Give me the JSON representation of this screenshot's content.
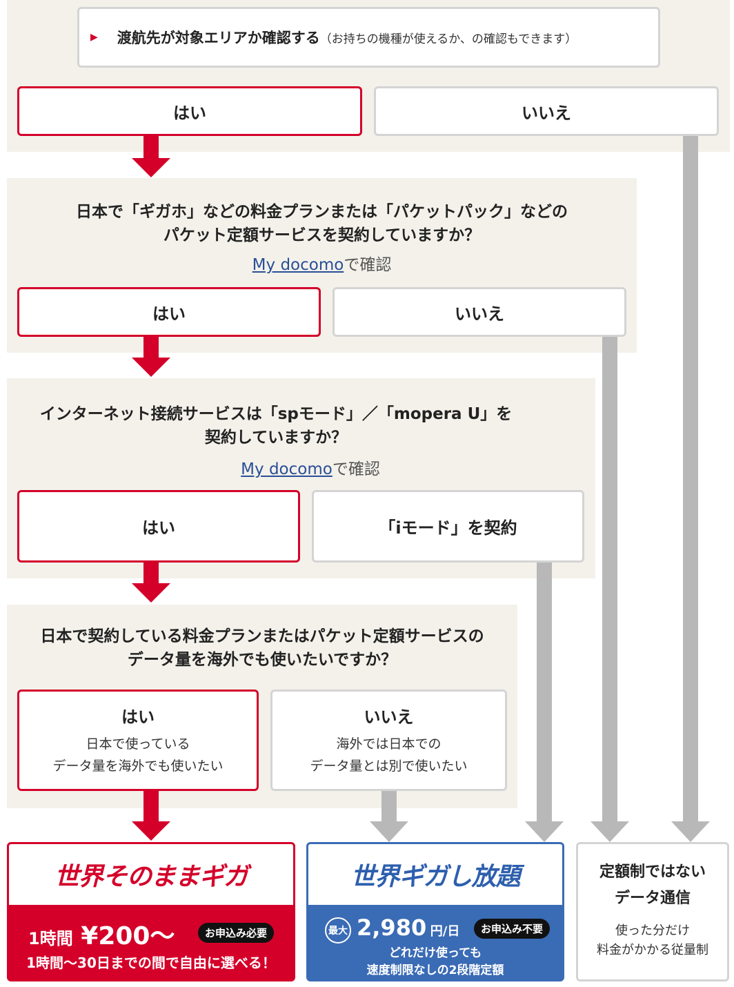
{
  "top": {
    "check_title": "渡航先が対象エリアか確認する",
    "check_note": "（お持ちの機種が使えるか、の確認もできます）",
    "yes": "はい",
    "no": "いいえ"
  },
  "q1": {
    "line1": "日本で「ギガホ」などの料金プランまたは「パケットパック」などの",
    "line2": "パケット定額サービスを契約していますか？",
    "link": "My docomo",
    "link_suffix": "で確認",
    "yes": "はい",
    "no": "いいえ"
  },
  "q2": {
    "line1": "インターネット接続サービスは「spモード」／「mopera U」を",
    "line2": "契約していますか？",
    "link": "My docomo",
    "link_suffix": "で確認",
    "yes": "はい",
    "alt": "「iモード」を契約"
  },
  "q3": {
    "line1": "日本で契約している料金プランまたはパケット定額サービスの",
    "line2": "データ量を海外でも使いたいですか？",
    "yes": "はい",
    "yes_sub1": "日本で使っている",
    "yes_sub2": "データ量を海外でも使いたい",
    "no": "いいえ",
    "no_sub1": "海外では日本での",
    "no_sub2": "データ量とは別で使いたい"
  },
  "results": {
    "sonomama": {
      "logo": "世界そのままギガ",
      "price_prefix": "1時間",
      "price": "¥200～",
      "badge": "お申込み必要",
      "desc": "1時間～30日までの間で自由に選べる！"
    },
    "hodai": {
      "logo": "世界ギガし放題",
      "max": "最大",
      "price": "2,980",
      "unit": "円/日",
      "badge": "お申込み不要",
      "desc1": "どれだけ使っても",
      "desc2": "速度制限なしの2段階定額"
    },
    "payg": {
      "title1": "定額制ではない",
      "title2": "データ通信",
      "desc1": "使った分だけ",
      "desc2": "料金がかかる従量制"
    }
  },
  "colors": {
    "red": "#d4002a",
    "blue": "#3a6bb5",
    "grey": "#b8b8b8",
    "panel": "#f3f1ea"
  }
}
